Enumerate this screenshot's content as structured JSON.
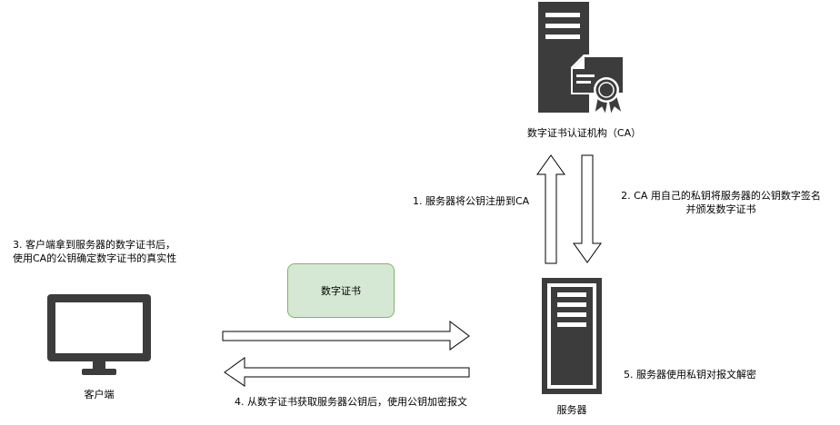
{
  "nodes": {
    "ca": "数字证书认证机构（CA）",
    "server": "服务器",
    "client": "客户端",
    "certificate": "数字证书"
  },
  "steps": {
    "step1": "1. 服务器将公钥注册到CA",
    "step2_line1": "2. CA 用自己的私钥将服务器的公钥数字签名",
    "step2_line2": "并颁发数字证书",
    "step3_line1": "3. 客户端拿到服务器的数字证书后，",
    "step3_line2": "使用CA的公钥确定数字证书的真实性",
    "step4": "4. 从数字证书获取服务器公钥后，使用公钥加密报文",
    "step5": "5. 服务器使用私钥对报文解密"
  },
  "colors": {
    "icon": "#3c3c3c",
    "cert_fill": "#d5e8d4",
    "cert_stroke": "#82b366"
  }
}
